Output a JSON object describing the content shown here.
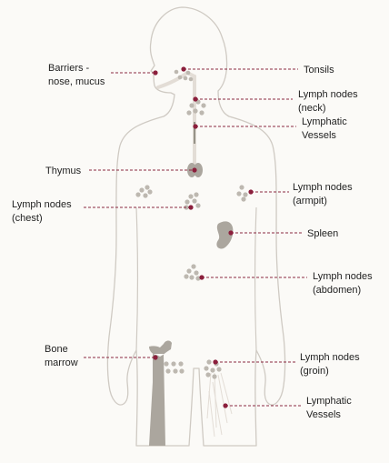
{
  "diagram": {
    "labels": {
      "barriers": [
        "Barriers -",
        "nose, mucus"
      ],
      "tonsils": [
        "Tonsils"
      ],
      "lymph_neck": [
        "Lymph nodes",
        "(neck)"
      ],
      "lymphatic_vessels_upper": [
        "Lymphatic",
        "Vessels"
      ],
      "thymus": [
        "Thymus"
      ],
      "lymph_chest": [
        "Lymph nodes",
        "(chest)"
      ],
      "lymph_armpit": [
        "Lymph nodes",
        "(armpit)"
      ],
      "spleen": [
        "Spleen"
      ],
      "lymph_abdomen": [
        "Lymph nodes",
        "(abdomen)"
      ],
      "bone_marrow": [
        "Bone",
        "marrow"
      ],
      "lymph_groin": [
        "Lymph nodes",
        "(groin)"
      ],
      "lymphatic_vessels_lower": [
        "Lymphatic",
        "Vessels"
      ]
    },
    "colors": {
      "outline": "#cfcac3",
      "organ": "#aba69e",
      "node": "#bdb8b0",
      "leader": "#8b2a42",
      "marker": "#8b1f3c",
      "text": "#222222",
      "vessel": "#e3ddd6"
    }
  }
}
